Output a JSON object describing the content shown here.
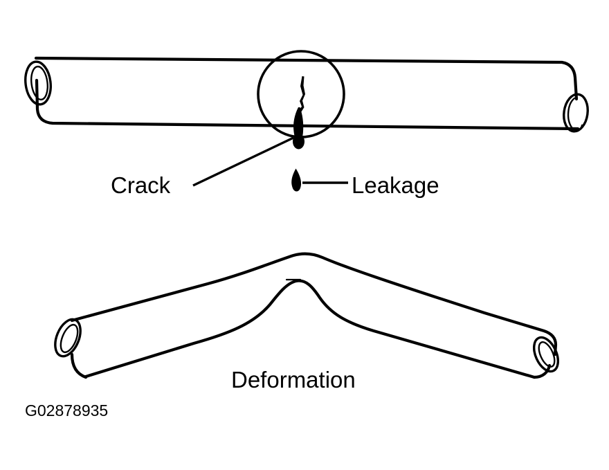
{
  "figure": {
    "caption_id": "G02878935",
    "background_color": "#ffffff",
    "ink_color": "#000000",
    "panels": [
      {
        "id": "cracked-pipe",
        "description": "Straight pipe viewed from the side with a magnified circular detail showing a crack and fluid leaking out",
        "labels": [
          "Crack",
          "Leakage"
        ]
      },
      {
        "id": "deformed-pipe",
        "description": "Pipe bent sharply into an inverted V shape",
        "labels": [
          "Deformation"
        ]
      }
    ]
  },
  "labels": {
    "crack": "Crack",
    "leakage": "Leakage",
    "deformation": "Deformation"
  },
  "caption": {
    "id_code": "G02878935"
  }
}
